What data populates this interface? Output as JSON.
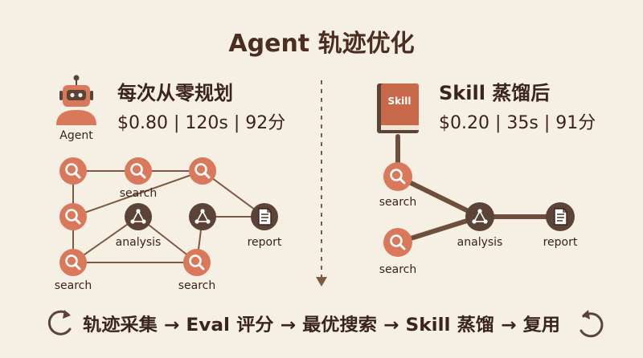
{
  "title": "Agent 轨迹优化",
  "left_panel": {
    "icon": "robot-icon",
    "icon_label": "Agent",
    "heading": "每次从零规划",
    "metrics": "$0.80 | 120s | 92分",
    "node_labels": {
      "search_top": "search",
      "analysis": "analysis",
      "report": "report",
      "search_bottom_left": "search",
      "search_bottom_right": "search"
    }
  },
  "right_panel": {
    "icon": "skill-book-icon",
    "icon_label": "Skill",
    "heading": "Skill 蒸馏后",
    "metrics": "$0.20 | 35s | 91分",
    "node_labels": {
      "search_top": "search",
      "search_bottom": "search",
      "analysis": "analysis",
      "report": "report"
    }
  },
  "pipeline": {
    "text": "轨迹采集 → Eval 评分 → 最优搜索 → Skill 蒸馏 → 复用",
    "left_icon": "refresh-icon",
    "right_icon": "refresh-icon"
  },
  "colors": {
    "background": "#f6efe3",
    "search_node": "#d9785a",
    "dark_node": "#5b4437",
    "edge": "#7d5a45",
    "text": "#3a241b"
  }
}
